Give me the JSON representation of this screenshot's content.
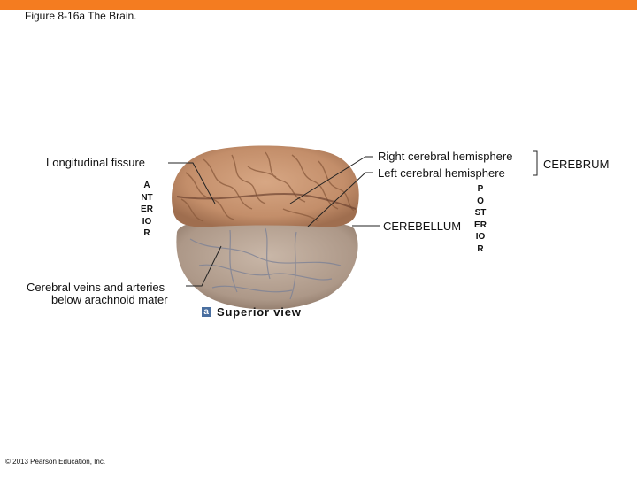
{
  "figure_title": "Figure 8-16a  The Brain.",
  "labels": {
    "longitudinal_fissure": "Longitudinal fissure",
    "right_hemisphere": "Right cerebral hemisphere",
    "left_hemisphere": "Left cerebral hemisphere",
    "cerebrum": "CEREBRUM",
    "cerebellum": "CEREBELLUM",
    "veins_line1": "Cerebral veins and arteries",
    "veins_line2": "below arachnoid mater"
  },
  "orientation": {
    "anterior": "ANTERIOR",
    "posterior": "POSTERIOR"
  },
  "view": {
    "badge": "a",
    "label": "Superior view"
  },
  "copyright": "© 2013 Pearson Education, Inc.",
  "colors": {
    "accent_bar": "#f47c20",
    "cerebrum": "#c99572",
    "cerebellum": "#b8a596",
    "badge": "#4a6fa0"
  }
}
